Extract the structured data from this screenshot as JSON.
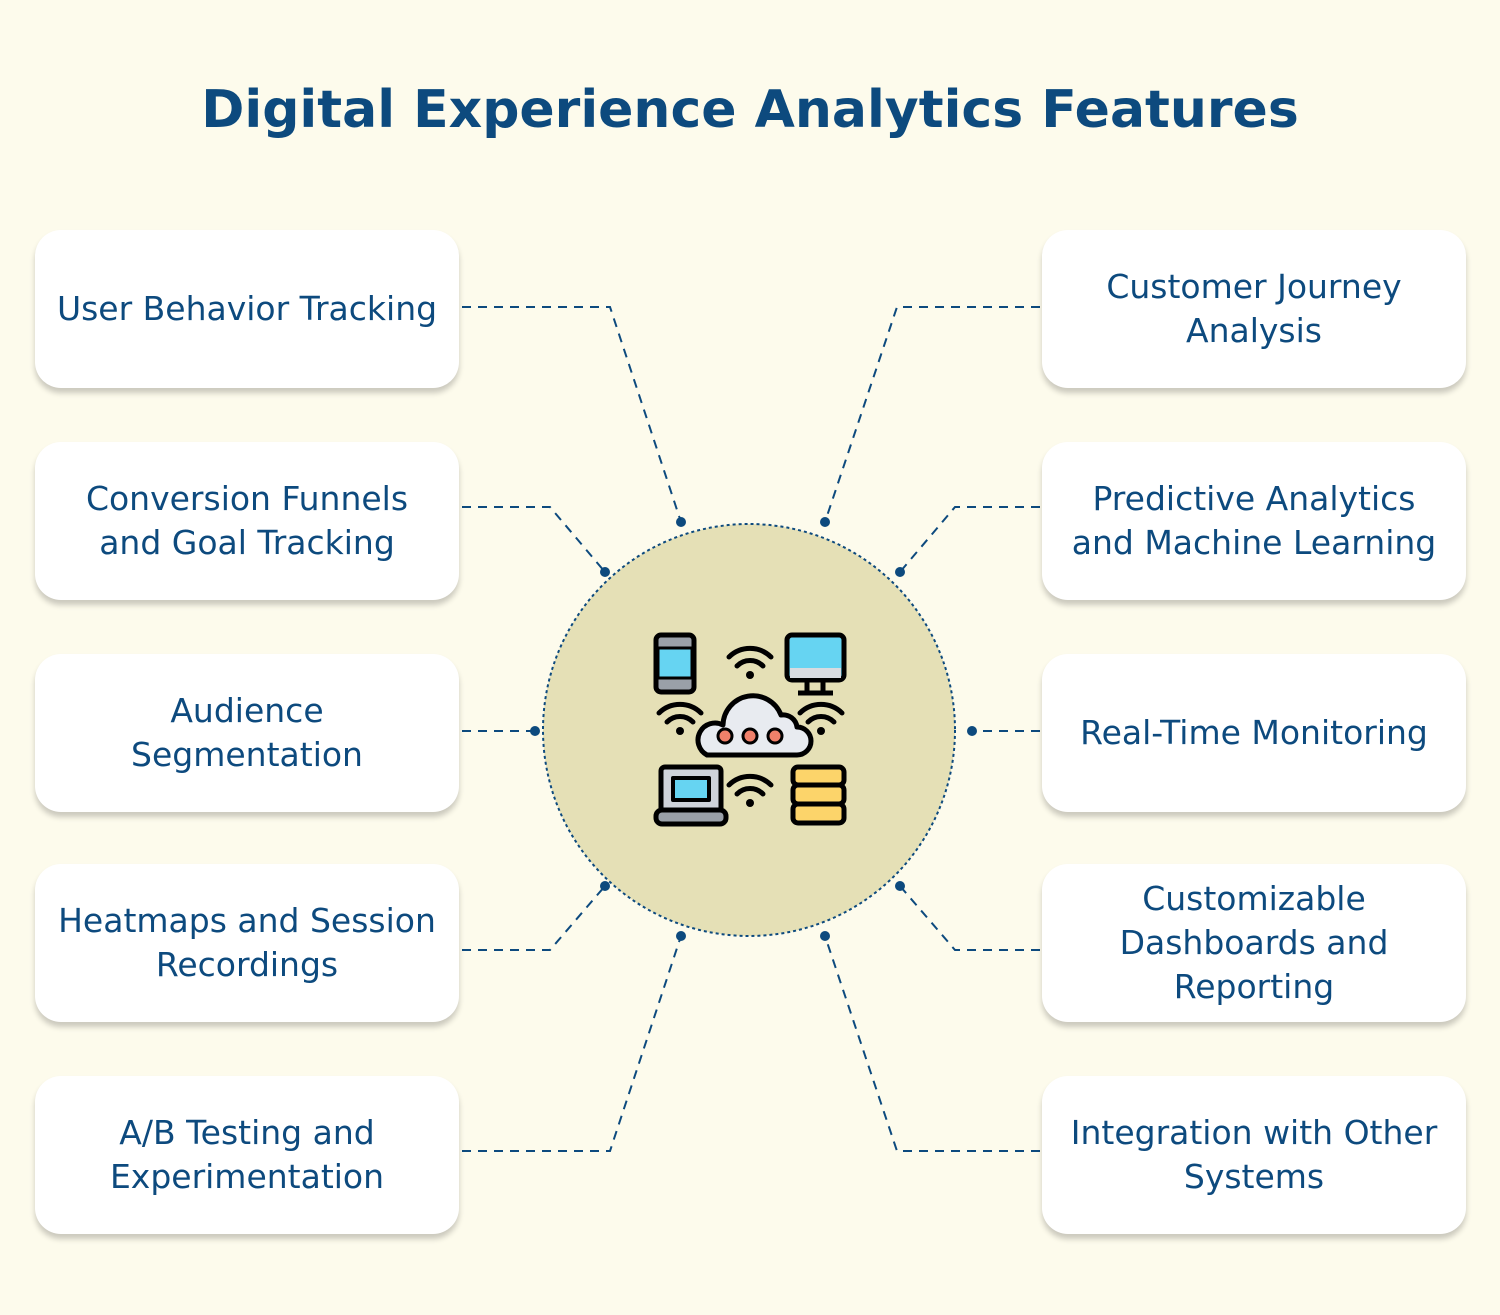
{
  "title": "Digital Experience Analytics Features",
  "left_features": [
    "User Behavior Tracking",
    "Conversion Funnels and Goal Tracking",
    "Audience Segmentation",
    "Heatmaps and Session Recordings",
    "A/B Testing and Experimentation"
  ],
  "right_features": [
    "Customer Journey Analysis",
    "Predictive Analytics and Machine Learning",
    "Real-Time Monitoring",
    "Customizable Dashboards and Reporting",
    "Integration with Other Systems"
  ],
  "colors": {
    "primary": "#0d4a7e",
    "background": "#fdfbec",
    "circle": "#e5e0b6"
  }
}
